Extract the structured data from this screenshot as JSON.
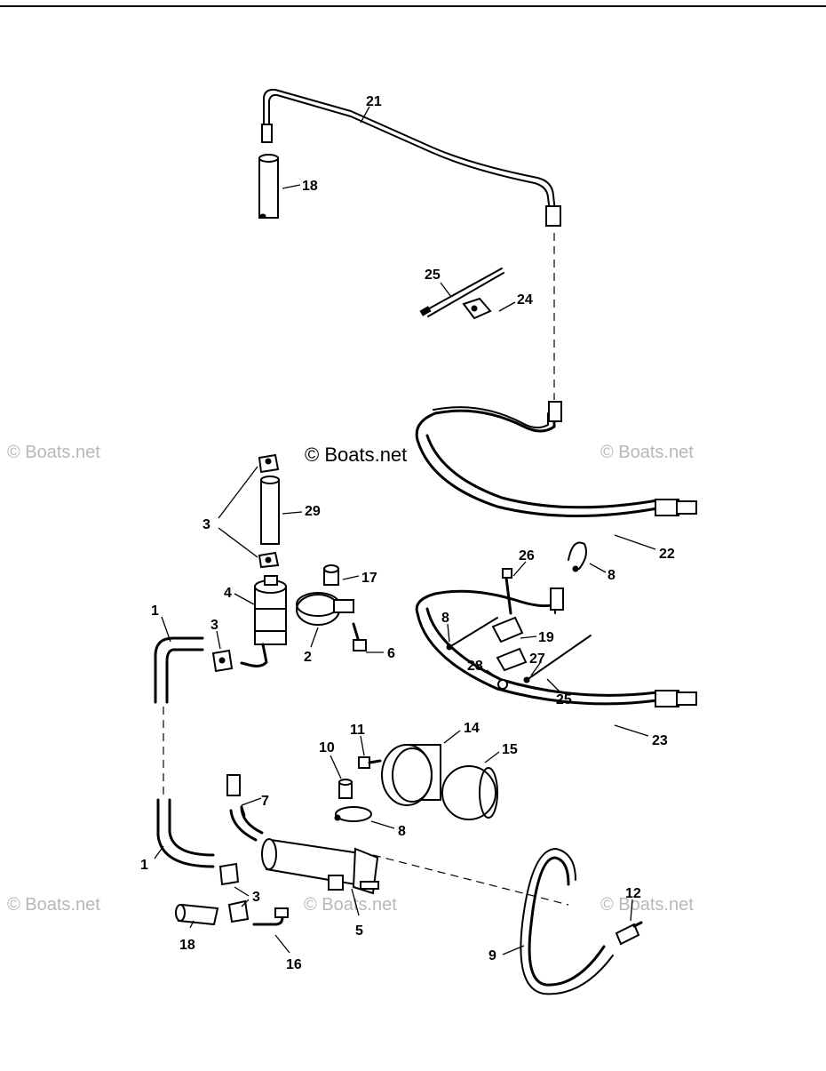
{
  "watermarks": {
    "main": "© Boats.net",
    "left_mid": "© Boats.net",
    "right_mid": "© Boats.net",
    "left_low": "© Boats.net",
    "center_low": "© Boats.net",
    "right_low": "© Boats.net"
  },
  "callouts": {
    "c21": "21",
    "c18a": "18",
    "c25a": "25",
    "c24": "24",
    "c3a": "3",
    "c29": "29",
    "c17": "17",
    "c4": "4",
    "c1a": "1",
    "c3b": "3",
    "c2": "2",
    "c6": "6",
    "c22": "22",
    "c26": "26",
    "c8a": "8",
    "c8b": "8",
    "c19": "19",
    "c28": "28",
    "c27": "27",
    "c25b": "25",
    "c23": "23",
    "c11": "11",
    "c14": "14",
    "c10": "10",
    "c15": "15",
    "c7": "7",
    "c8c": "8",
    "c1b": "1",
    "c3c": "3",
    "c18b": "18",
    "c5": "5",
    "c16": "16",
    "c12": "12",
    "c9": "9"
  }
}
